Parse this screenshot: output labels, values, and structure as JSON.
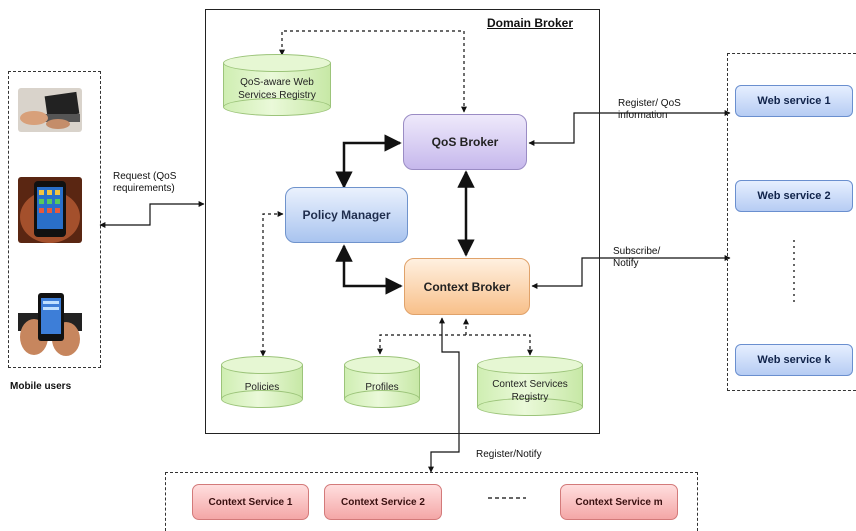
{
  "domain_broker": {
    "title": "Domain Broker"
  },
  "components": {
    "qos_broker": "QoS Broker",
    "policy_manager": "Policy Manager",
    "context_broker": "Context Broker"
  },
  "repositories": {
    "qos_registry": "QoS-aware Web Services Registry",
    "policies": "Policies",
    "profiles": "Profiles",
    "context_registry": "Context Services Registry"
  },
  "web_services": [
    "Web service 1",
    "Web service 2",
    "Web service k"
  ],
  "context_services": [
    "Context Service 1",
    "Context Service 2",
    "Context Service m"
  ],
  "labels": {
    "request": "Request (QoS requirements)",
    "register_qos": "Register/ QoS information",
    "subscribe_notify": "Subscribe/ Notify",
    "register_notify": "Register/Notify",
    "mobile_users": "Mobile users"
  },
  "icons": [
    "laptop-user-icon",
    "smartphone-icon",
    "touchscreen-phone-icon"
  ],
  "colors": {
    "qos_broker": "#c6b8ec",
    "policy_manager": "#a9c4ef",
    "context_broker": "#f8c08a",
    "repository": "#d6f1bd",
    "web_service": "#b6ccf3",
    "context_service": "#f4a7a7"
  }
}
